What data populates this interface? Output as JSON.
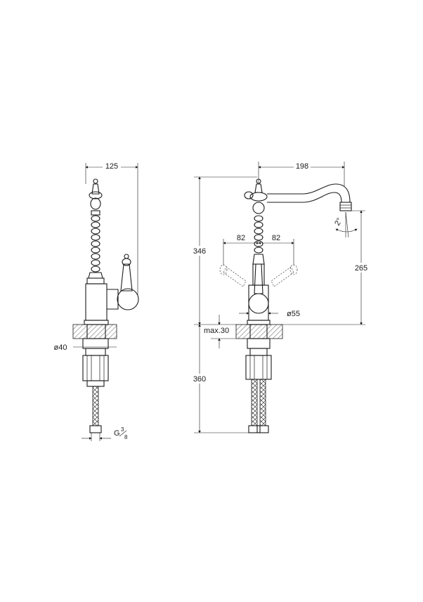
{
  "side_view": {
    "width_label": "125",
    "tail_diameter_label": "ø40",
    "connection_prefix": "G",
    "connection_num": "3",
    "connection_den": "8"
  },
  "front_view": {
    "spout_reach_label": "198",
    "total_height_label": "346",
    "left_handle_offset_label": "82",
    "right_handle_offset_label": "82",
    "spout_height_label": "265",
    "spout_angle_label": "2°",
    "base_diameter_label": "ø55",
    "deck_thickness_label": "max.30",
    "below_deck_label": "360"
  }
}
